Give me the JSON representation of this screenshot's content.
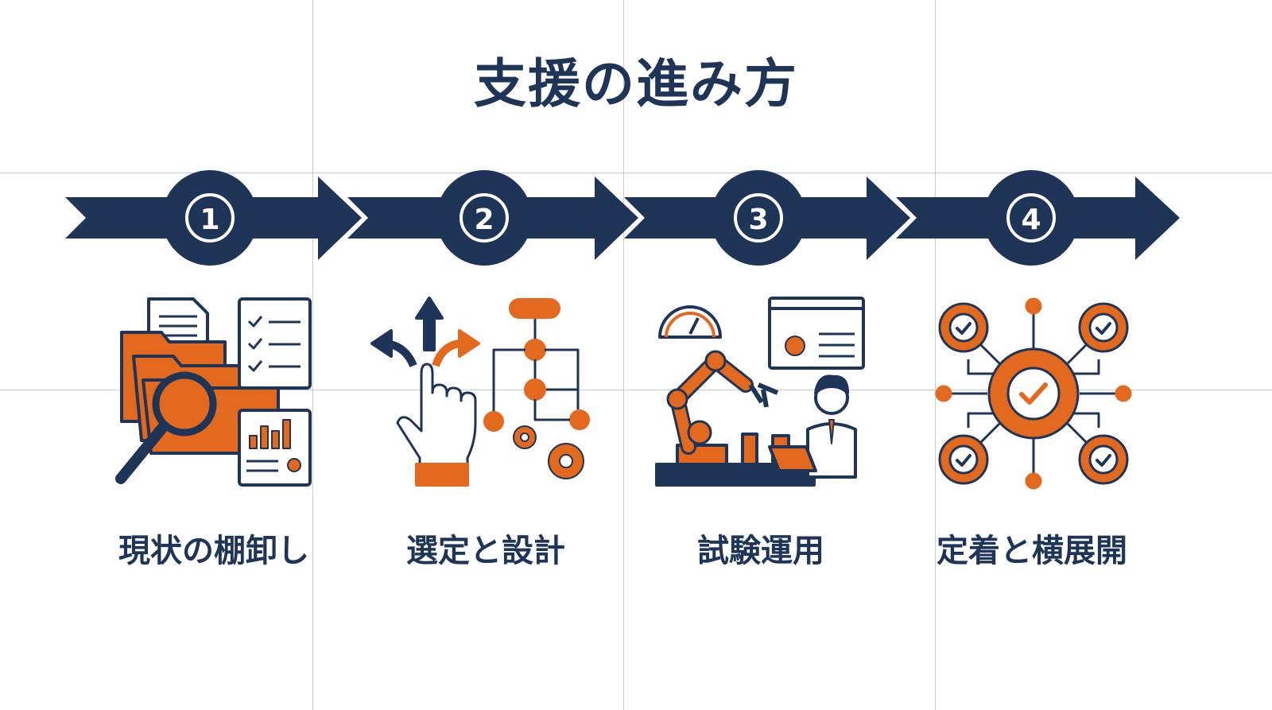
{
  "title": "支援の進み方",
  "colors": {
    "navy": "#1f3558",
    "orange": "#e2691e",
    "white": "#ffffff",
    "grid": "#c9cdd3"
  },
  "steps": [
    {
      "number": "1",
      "label": "現状の棚卸し",
      "icon": "folder-search-checklist-icon"
    },
    {
      "number": "2",
      "label": "選定と設計",
      "icon": "decision-flowchart-icon"
    },
    {
      "number": "3",
      "label": "試験運用",
      "icon": "robot-arm-engineer-icon"
    },
    {
      "number": "4",
      "label": "定着と横展開",
      "icon": "gear-network-icon"
    }
  ]
}
